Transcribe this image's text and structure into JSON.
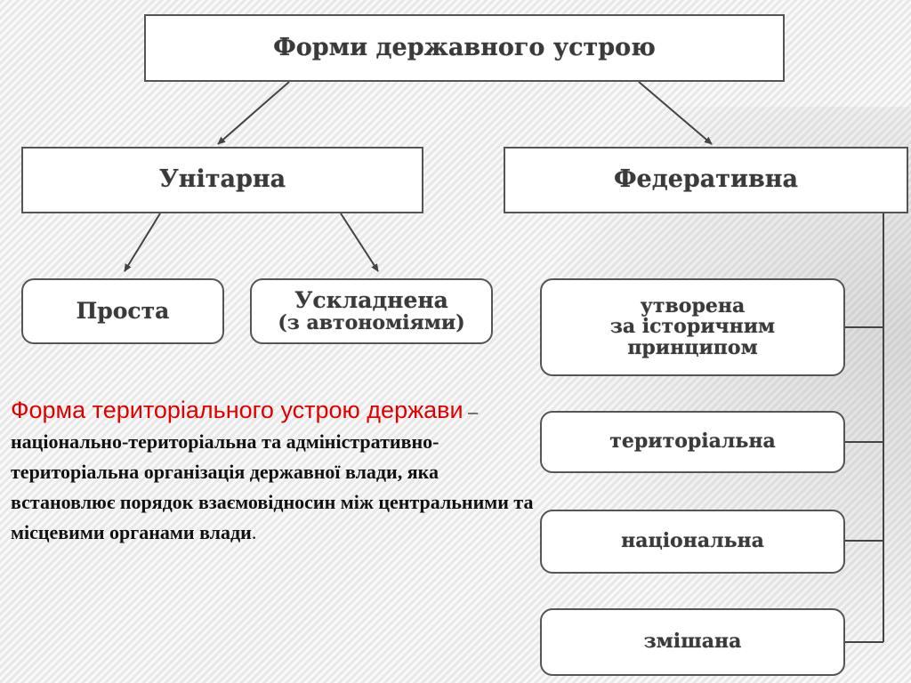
{
  "diagram": {
    "root": "Форми державного устрою",
    "unitary": {
      "label": "Унітарна",
      "children": [
        "Проста",
        "Ускладнена",
        "(з автономіями)"
      ]
    },
    "federative": {
      "label": "Федеративна",
      "children": [
        "утворена",
        "за історичним",
        "принципом",
        "територіальна",
        "національна",
        "змішана"
      ]
    }
  },
  "definition": {
    "term": "Форма територіального устрою держави",
    "dash": " – ",
    "text": "національно-територіальна та адміністративно-територіальна організація державної влади, яка встановлює порядок взаємовідносин між центральними та місцевими органами влади",
    "end": "."
  },
  "colors": {
    "term": "#e00000",
    "box_border": "#555555",
    "box_text": "#3a3a3a"
  }
}
